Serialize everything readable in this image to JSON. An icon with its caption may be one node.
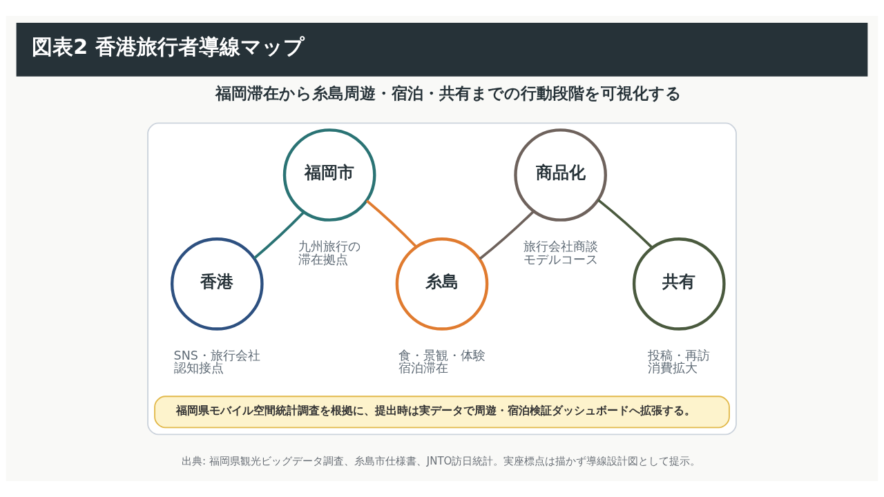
{
  "diagram": {
    "title": "図表2 香港旅行者導線マップ",
    "caption": "出典: 福岡県観光ビッグデータ調査、糸島市仕様書、JNTO訪日統計。実座標点は描かず導線設計図として提示。",
    "nodes": [
      {
        "text": [],
        "shape": "box"
      },
      {
        "text": [
          "香港"
        ],
        "beside": [
          "SNS・旅行会社認知接点"
        ],
        "in": 0
      },
      {
        "text": [
          "福岡市"
        ],
        "beside": [
          "九州旅行の滞在拠点"
        ],
        "in": 0
      },
      {
        "text": [
          "糸島"
        ],
        "beside": [
          "食・景観・体験宿泊滞在"
        ],
        "in": 0
      },
      {
        "text": [
          "商品化"
        ],
        "beside": [
          "旅行会社商談モデルコース"
        ],
        "in": 0
      },
      {
        "text": [
          "共有"
        ],
        "beside": [
          "投稿・再訪消費拡大"
        ],
        "in": 0
      },
      {
        "text": [
          "福岡県モバイル空間統計調査を根拠に、提出時は実データで周遊・宿泊検証ダッシュボードへ拡張する。"
        ],
        "in": 0
      }
    ],
    "edges": [
      {
        "from": 1,
        "to": 2,
        "arrow": "none",
        "color": "#2a7374"
      },
      {
        "from": 2,
        "to": 3,
        "arrow": "none",
        "color": "#e07b2f"
      },
      {
        "from": 3,
        "to": 4,
        "arrow": "none",
        "color": "#6e625c"
      },
      {
        "from": 4,
        "to": 5,
        "arrow": "none",
        "color": "#4a5a3e"
      }
    ],
    "labels": [
      "福岡滞在から糸島周遊・宿泊・共有までの行動段階を可視化する"
    ]
  }
}
